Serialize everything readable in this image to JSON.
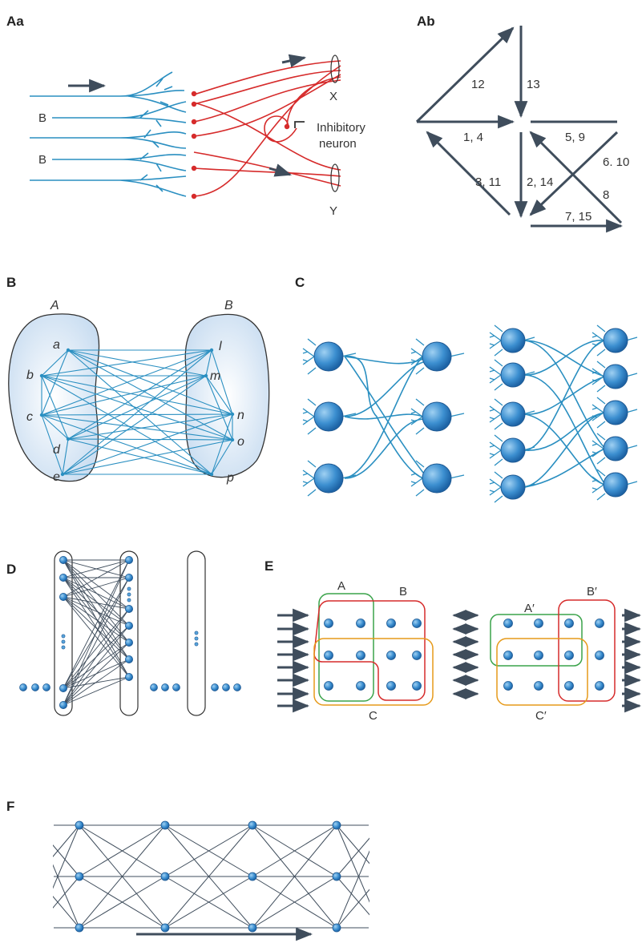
{
  "colors": {
    "axon_blue": "#2a8fc1",
    "axon_red": "#d62b2b",
    "arrow_dark": "#3f4d5c",
    "node_fill": "#5aa5dc",
    "assembly_green": "#3aa34a",
    "assembly_red": "#d62b2b",
    "assembly_orange": "#e69a1a",
    "region_fill": "#dce9f6"
  },
  "panels": {
    "Aa": {
      "label": "Aa",
      "input_labels": [
        "B",
        "B"
      ],
      "output_labels": [
        "X",
        "Y"
      ],
      "inhibitory_label_line1": "Inhibitory",
      "inhibitory_label_line2": "neuron"
    },
    "Ab": {
      "label": "Ab",
      "edge_labels": [
        "12",
        "13",
        "1, 4",
        "5, 9",
        "6. 10",
        "3, 11",
        "2, 14",
        "8",
        "7, 15"
      ]
    },
    "B": {
      "label": "B",
      "group_a": "A",
      "group_b": "B",
      "left_nodes": [
        "a",
        "b",
        "c",
        "d",
        "e"
      ],
      "right_nodes": [
        "l",
        "m",
        "n",
        "o",
        "p"
      ]
    },
    "C": {
      "label": "C"
    },
    "D": {
      "label": "D"
    },
    "E": {
      "label": "E",
      "left_assemblies": [
        "A",
        "B",
        "C"
      ],
      "right_assemblies": [
        "A′",
        "B′",
        "C′"
      ]
    },
    "F": {
      "label": "F"
    }
  }
}
